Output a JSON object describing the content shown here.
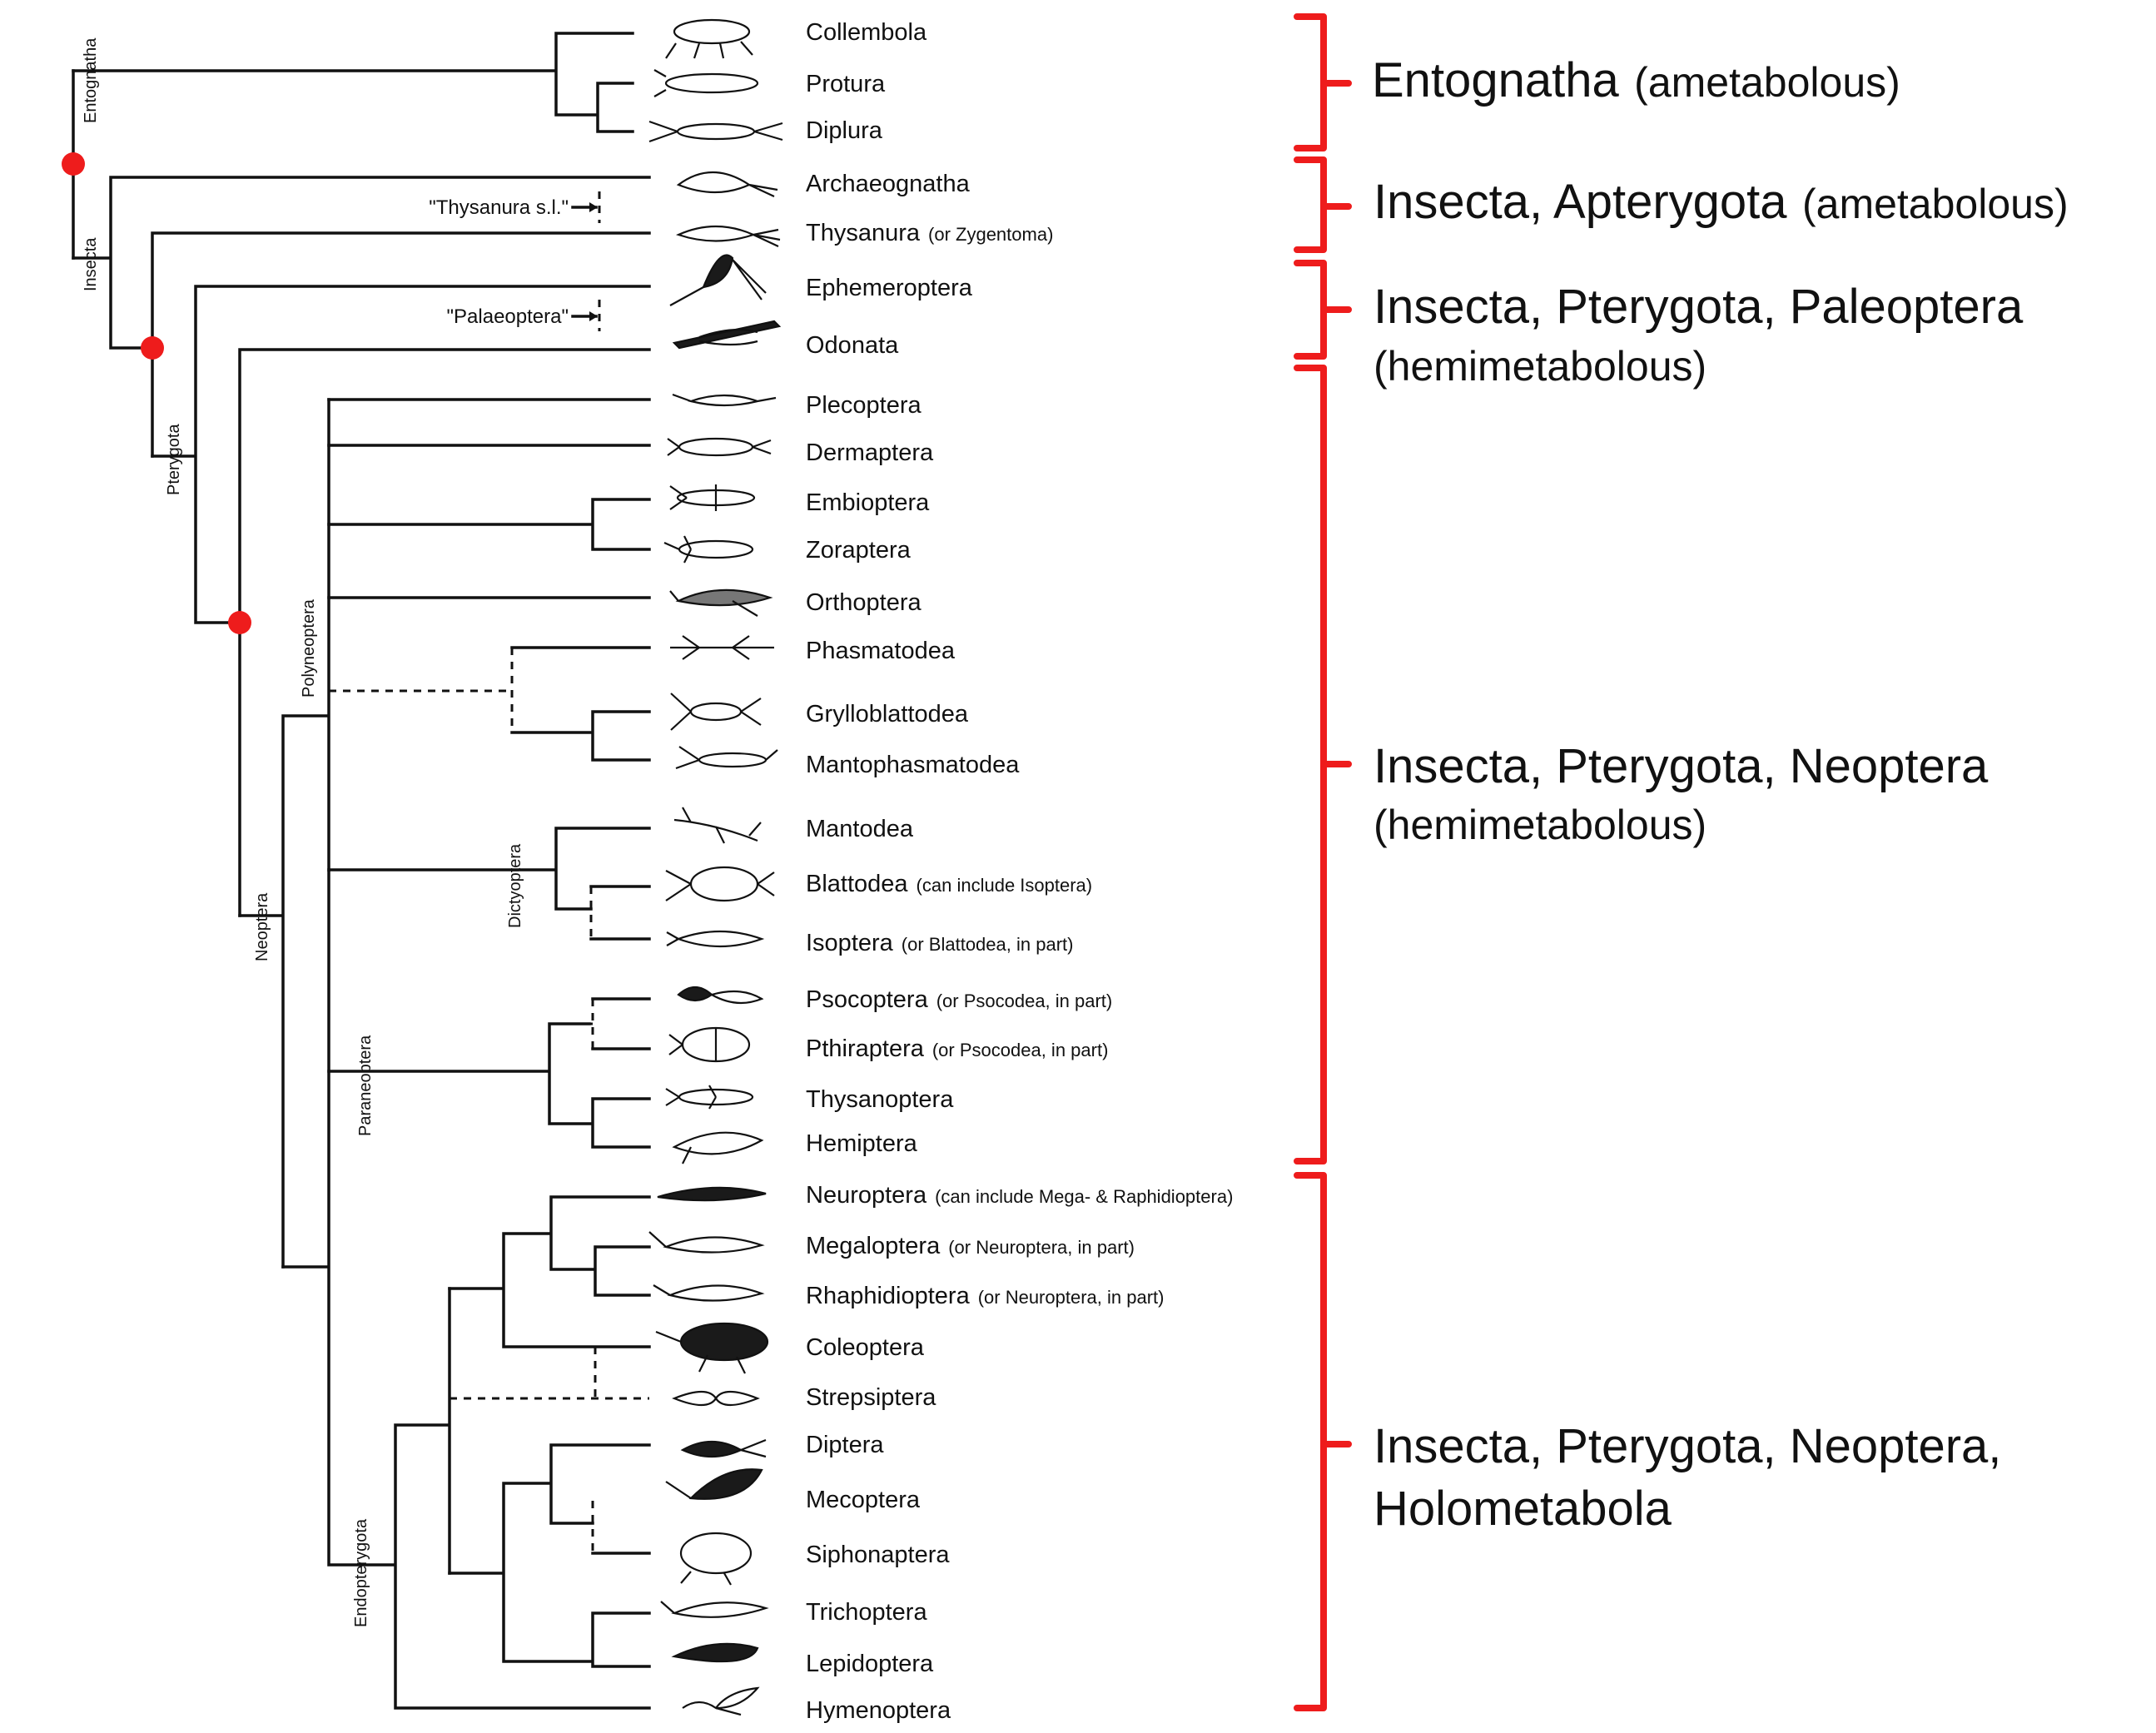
{
  "taxa": [
    {
      "name": "Collembola",
      "note": ""
    },
    {
      "name": "Protura",
      "note": ""
    },
    {
      "name": "Diplura",
      "note": ""
    },
    {
      "name": "Archaeognatha",
      "note": ""
    },
    {
      "name": "Thysanura",
      "note": "(or Zygentoma)"
    },
    {
      "name": "Ephemeroptera",
      "note": ""
    },
    {
      "name": "Odonata",
      "note": ""
    },
    {
      "name": "Plecoptera",
      "note": ""
    },
    {
      "name": "Dermaptera",
      "note": ""
    },
    {
      "name": "Embioptera",
      "note": ""
    },
    {
      "name": "Zoraptera",
      "note": ""
    },
    {
      "name": "Orthoptera",
      "note": ""
    },
    {
      "name": "Phasmatodea",
      "note": ""
    },
    {
      "name": "Grylloblattodea",
      "note": ""
    },
    {
      "name": "Mantophasmatodea",
      "note": ""
    },
    {
      "name": "Mantodea",
      "note": ""
    },
    {
      "name": "Blattodea",
      "note": "(can include Isoptera)"
    },
    {
      "name": "Isoptera",
      "note": "(or Blattodea, in part)"
    },
    {
      "name": "Psocoptera",
      "note": "(or Psocodea, in part)"
    },
    {
      "name": "Pthiraptera",
      "note": "(or Psocodea, in part)"
    },
    {
      "name": "Thysanoptera",
      "note": ""
    },
    {
      "name": "Hemiptera",
      "note": ""
    },
    {
      "name": "Neuroptera",
      "note": "(can include Mega- & Raphidioptera)"
    },
    {
      "name": "Megaloptera",
      "note": "(or Neuroptera, in part)"
    },
    {
      "name": "Rhaphidioptera",
      "note": "(or Neuroptera, in part)"
    },
    {
      "name": "Coleoptera",
      "note": ""
    },
    {
      "name": "Strepsiptera",
      "note": ""
    },
    {
      "name": "Diptera",
      "note": ""
    },
    {
      "name": "Mecoptera",
      "note": ""
    },
    {
      "name": "Siphonaptera",
      "note": ""
    },
    {
      "name": "Trichoptera",
      "note": ""
    },
    {
      "name": "Lepidoptera",
      "note": ""
    },
    {
      "name": "Hymenoptera",
      "note": ""
    }
  ],
  "clade_labels": {
    "entognatha": "Entognatha",
    "insecta": "Insecta",
    "pterygota": "Pterygota",
    "neoptera": "Neoptera",
    "polyneoptera": "Polyneoptera",
    "dictyoptera": "Dictyoptera",
    "paraneoptera": "Paraneoptera",
    "endopterygota": "Endopterygota"
  },
  "quoted_groups": {
    "thysanura": "\"Thysanura s.l.\"",
    "palaeoptera": "\"Palaeoptera\""
  },
  "groups": [
    {
      "title": "Entognatha",
      "detail": "(ametabolous)",
      "line2": ""
    },
    {
      "title": "Insecta, Apterygota",
      "detail": "(ametabolous)",
      "line2": ""
    },
    {
      "title": "Insecta, Pterygota, Paleoptera",
      "detail": "",
      "line2": "(hemimetabolous)"
    },
    {
      "title": "Insecta, Pterygota, Neoptera",
      "detail": "",
      "line2": "(hemimetabolous)"
    },
    {
      "title": "Insecta, Pterygota, Neoptera,",
      "detail": "",
      "line2": "Holometabola"
    }
  ],
  "colors": {
    "tree": "#111111",
    "bracket": "#ee1c1c",
    "node_marker": "#ee1c1c",
    "background": "#ffffff"
  },
  "marker_count": 3
}
